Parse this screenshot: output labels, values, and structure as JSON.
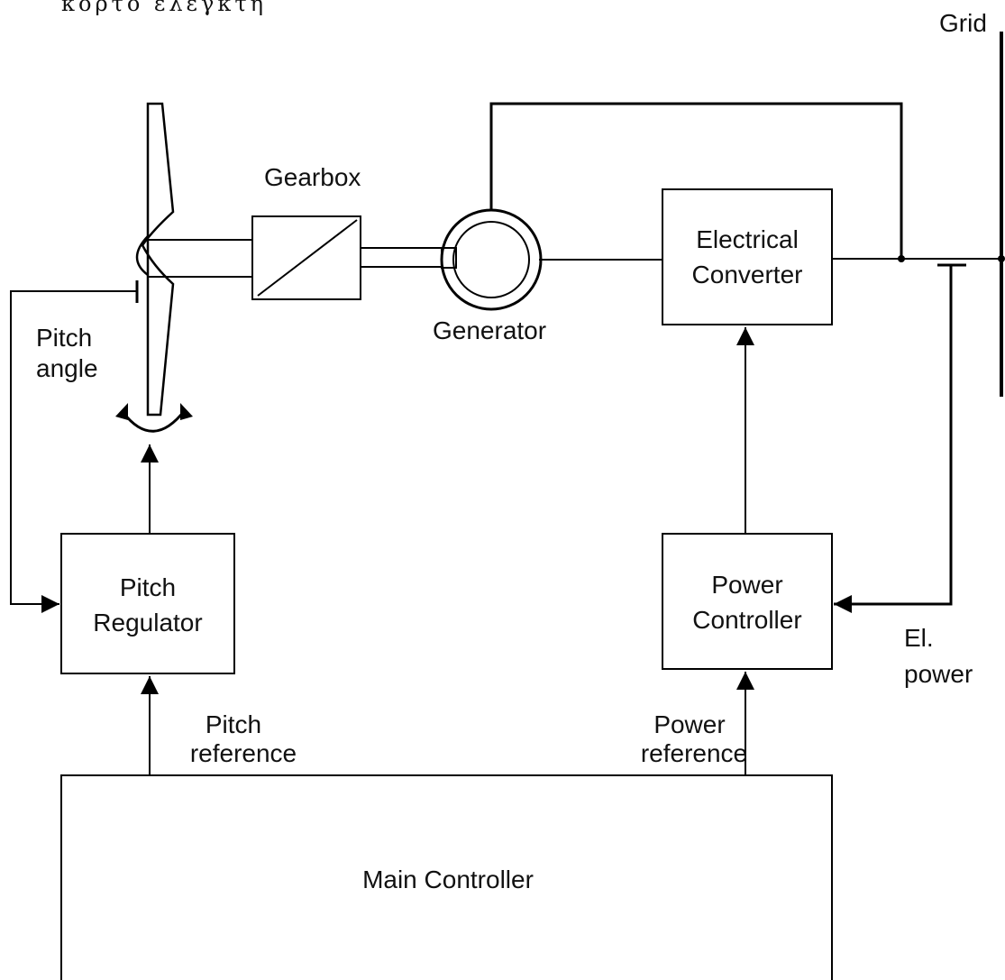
{
  "header": {
    "title": "κορτο ελεγκτη"
  },
  "labels": {
    "grid": "Grid",
    "gearbox": "Gearbox",
    "generator": "Generator",
    "pitch_angle_line1": "Pitch",
    "pitch_angle_line2": "angle",
    "electrical_converter_line1": "Electrical",
    "electrical_converter_line2": "Converter",
    "pitch_regulator_line1": "Pitch",
    "pitch_regulator_line2": "Regulator",
    "power_controller_line1": "Power",
    "power_controller_line2": "Controller",
    "el_power_line1": "El.",
    "el_power_line2": "power",
    "pitch_reference_line1": "Pitch",
    "pitch_reference_line2": "reference",
    "power_reference_line1": "Power",
    "power_reference_line2": "reference",
    "main_controller": "Main Controller"
  }
}
